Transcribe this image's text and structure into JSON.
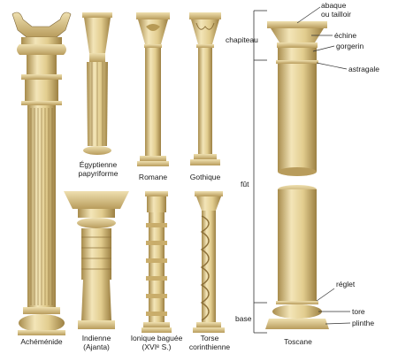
{
  "columns": {
    "achemenide": "Achéménide",
    "egyptienne": "Égyptienne\npapyriforme",
    "romane": "Romane",
    "gothique": "Gothique",
    "indienne": "Indienne\n(Ajanta)",
    "ionique": "Ionique baguée\n(XVIᵉ S.)",
    "torse": "Torse\ncorinthienne",
    "toscane": "Toscane"
  },
  "parts": {
    "abaque": "abaque\nou tailloir",
    "chapiteau": "chapiteau",
    "echine": "échine",
    "gorgerin": "gorgerin",
    "astragale": "astragale",
    "fut": "fût",
    "reglet": "réglet",
    "base": "base",
    "tore": "tore",
    "plinthe": "plinthe"
  },
  "colors": {
    "stone_light": "#e9d9a6",
    "stone_mid": "#d2b97a",
    "stone_dark": "#a88c4c",
    "line": "#333333"
  }
}
